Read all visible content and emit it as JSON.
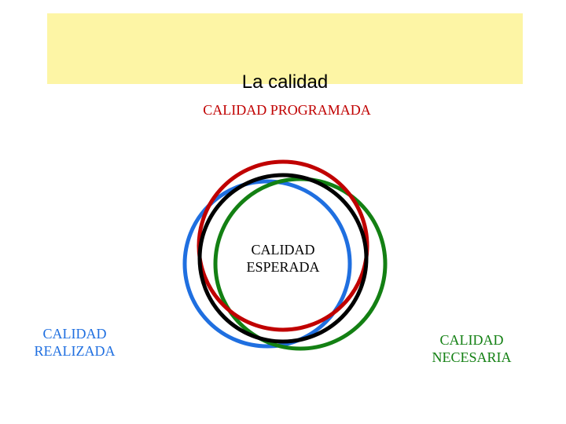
{
  "title": "La calidad",
  "labels": {
    "programada": "CALIDAD PROGRAMADA",
    "esperada": "CALIDAD ESPERADA",
    "realizada": "CALIDAD REALIZADA",
    "necesaria": "CALIDAD NECESARIA"
  },
  "colors": {
    "banner": "#fdf5a5",
    "programada": "#c00000",
    "esperada": "#000000",
    "realizada": "#1f6fe0",
    "necesaria": "#138013"
  }
}
